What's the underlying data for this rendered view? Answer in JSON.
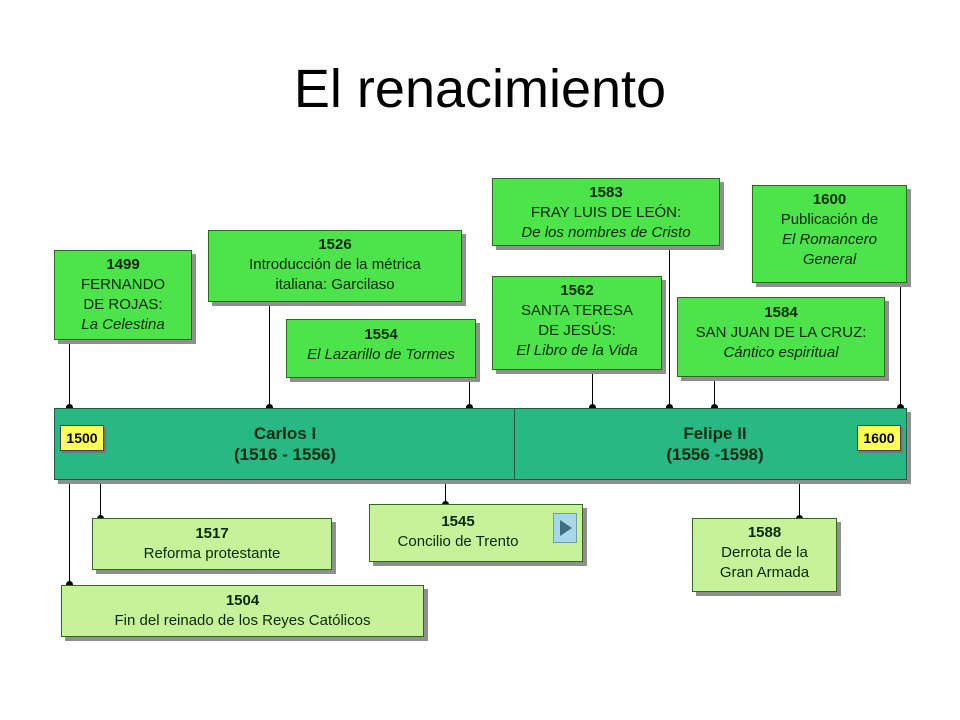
{
  "title": "El renacimiento",
  "axis": {
    "start": "1500",
    "end": "1600",
    "reigns": [
      {
        "name": "Carlos I",
        "years": "(1516 - 1556)"
      },
      {
        "name": "Felipe II",
        "years": "(1556 -1598)"
      }
    ]
  },
  "events_above": [
    {
      "year": "1499",
      "lines": [
        "FERNANDO",
        "DE ROJAS:"
      ],
      "work": "La Celestina"
    },
    {
      "year": "1526",
      "lines": [
        "Introducción de la métrica",
        "italiana: Garcilaso"
      ],
      "work": ""
    },
    {
      "year": "1554",
      "lines": [],
      "work": "El Lazarillo de Tormes"
    },
    {
      "year": "1583",
      "lines": [
        "FRAY LUIS DE LEÓN:"
      ],
      "work": "De los nombres de Cristo"
    },
    {
      "year": "1562",
      "lines": [
        "SANTA TERESA",
        "DE JESÚS:"
      ],
      "work": "El Libro de la Vida"
    },
    {
      "year": "1600",
      "lines": [
        "Publicación de"
      ],
      "work_lines": [
        "El Romancero",
        "General"
      ]
    },
    {
      "year": "1584",
      "lines": [
        "SAN JUAN DE LA CRUZ:"
      ],
      "work": "Cántico espiritual"
    }
  ],
  "events_below": [
    {
      "year": "1517",
      "lines": [
        "Reforma protestante"
      ]
    },
    {
      "year": "1545",
      "lines": [
        "Concilio de Trento"
      ]
    },
    {
      "year": "1588",
      "lines": [
        "Derrota de la",
        "Gran Armada"
      ]
    },
    {
      "year": "1504",
      "lines": [
        "Fin del reinado de los Reyes Católicos"
      ]
    }
  ],
  "colors": {
    "event_above": "#4de34a",
    "event_below": "#c7f29a",
    "axis_band": "#27b885",
    "year_marker": "#ffff55"
  },
  "icons": {
    "nav": "play-icon"
  }
}
